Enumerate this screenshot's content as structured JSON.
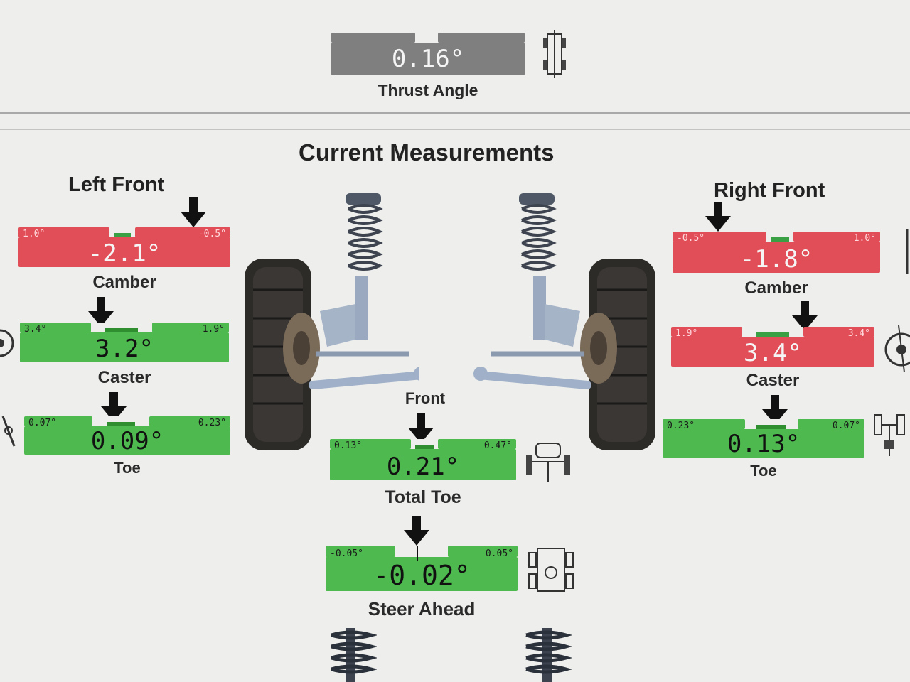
{
  "thrust": {
    "value": "0.16°",
    "label": "Thrust Angle"
  },
  "header": {
    "title": "Current Measurements"
  },
  "left_front": {
    "title": "Left Front",
    "camber": {
      "label": "Camber",
      "value": "-2.1°",
      "min": "1.0°",
      "max": "-0.5°",
      "status": "out"
    },
    "caster": {
      "label": "Caster",
      "value": "3.2°",
      "min": "3.4°",
      "max": "1.9°",
      "status": "in"
    },
    "toe": {
      "label": "Toe",
      "value": "0.09°",
      "min": "0.07°",
      "max": "0.23°",
      "status": "in"
    }
  },
  "right_front": {
    "title": "Right Front",
    "camber": {
      "label": "Camber",
      "value": "-1.8°",
      "min": "-0.5°",
      "max": "1.0°",
      "status": "out"
    },
    "caster": {
      "label": "Caster",
      "value": "3.4°",
      "min": "1.9°",
      "max": "3.4°",
      "status": "out"
    },
    "toe": {
      "label": "Toe",
      "value": "0.13°",
      "min": "0.23°",
      "max": "0.07°",
      "status": "in"
    }
  },
  "center": {
    "front_label": "Front",
    "total_toe": {
      "label": "Total Toe",
      "value": "0.21°",
      "min": "0.13°",
      "max": "0.47°",
      "status": "in"
    },
    "steer_ahead": {
      "label": "Steer Ahead",
      "value": "-0.02°",
      "min": "-0.05°",
      "max": "0.05°",
      "status": "in"
    }
  },
  "colors": {
    "in_spec": "#4db94f",
    "out_of_spec": "#e24e58",
    "neutral": "#7f7f7f"
  }
}
